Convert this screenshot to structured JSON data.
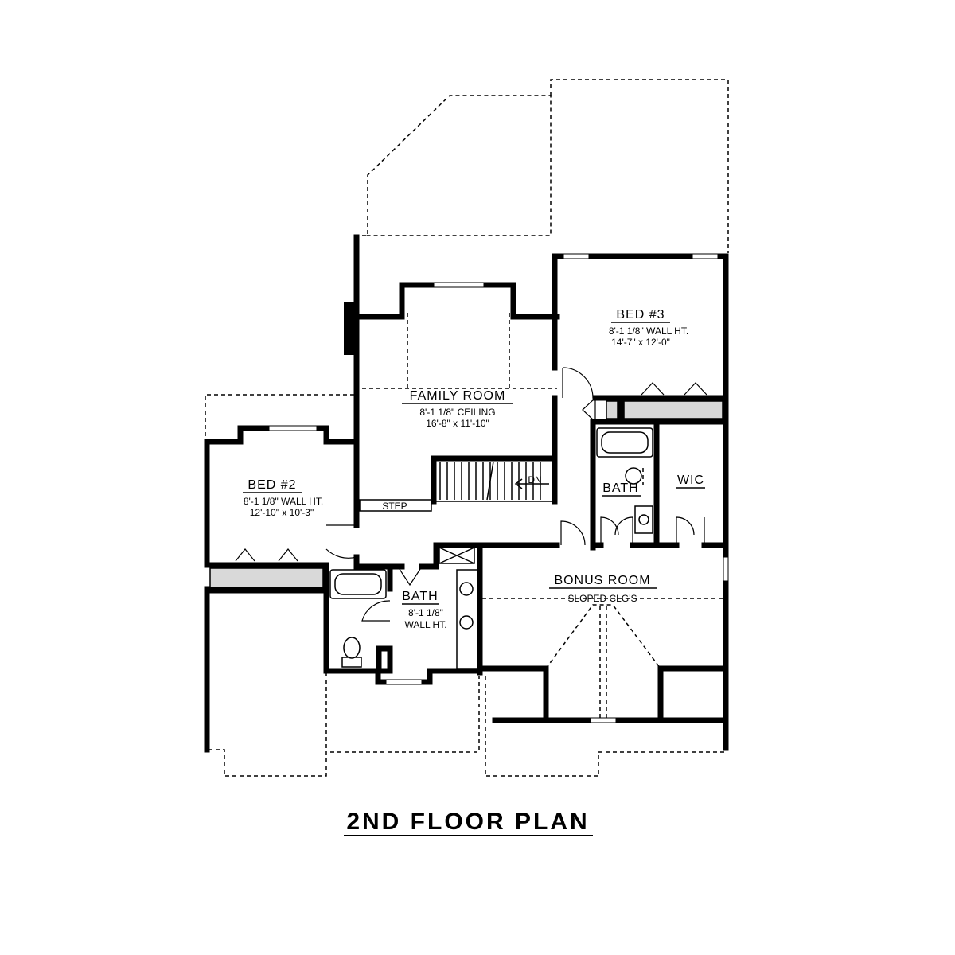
{
  "plan_title": "2ND FLOOR PLAN",
  "rooms": {
    "family_room": {
      "name": "FAMILY ROOM",
      "ceiling": "8'-1 1/8\" CEILING",
      "size": "16'-8\" x 11'-10\""
    },
    "bed3": {
      "name": "BED #3",
      "wall_height": "8'-1 1/8\" WALL HT.",
      "size": "14'-7\" x 12'-0\""
    },
    "bed2": {
      "name": "BED #2",
      "wall_height": "8'-1 1/8\" WALL HT.",
      "size": "12'-10\" x 10'-3\""
    },
    "bath_master": {
      "name": "BATH"
    },
    "wic": {
      "name": "WIC"
    },
    "bath_hall": {
      "name": "BATH",
      "line1": "8'-1 1/8\"",
      "line2": "WALL HT."
    },
    "bonus_room": {
      "name": "BONUS ROOM",
      "ceiling": "SLOPED CLG'S"
    }
  },
  "labels": {
    "stair_down": "DN",
    "step": "STEP"
  }
}
